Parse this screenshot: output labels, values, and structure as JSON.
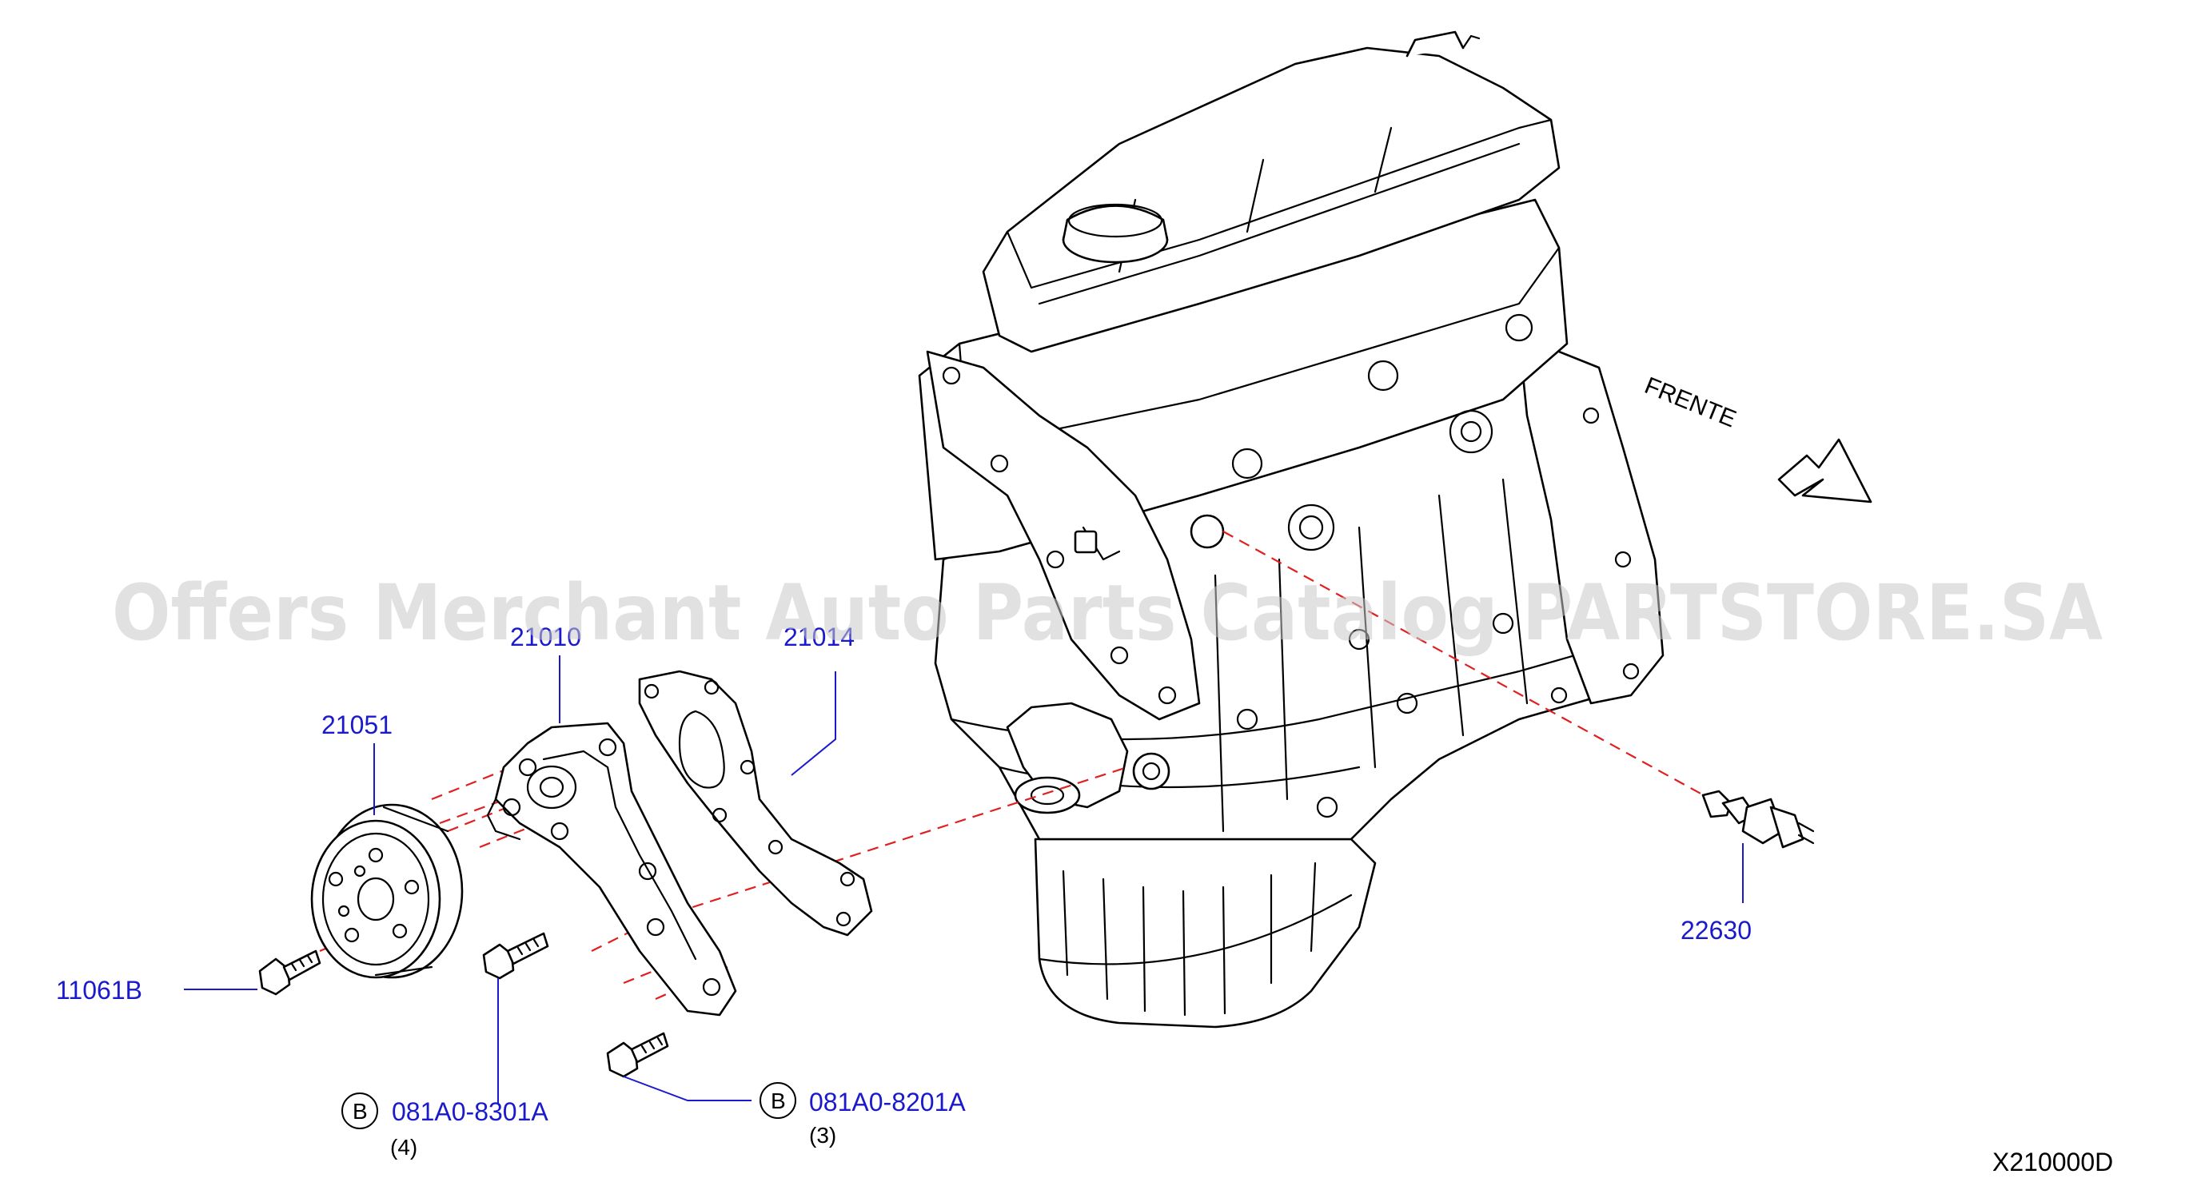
{
  "watermark": "Offers Merchant Auto Parts Catalog PARTSTORE.SA",
  "diagram_code": "X210000D",
  "direction_label": "FRENTE",
  "callouts": {
    "pump_assembly": "21010",
    "gasket": "21014",
    "pulley": "21051",
    "bolt_11061b": "11061B",
    "bolt_b1": "081A0-8301A",
    "bolt_b1_qty": "(4)",
    "bolt_b2": "081A0-8201A",
    "bolt_b2_qty": "(3)",
    "sensor": "22630"
  },
  "circle_label": "B",
  "colors": {
    "callout": "#1a1acc",
    "dash": "#e02020",
    "line": "#000000"
  }
}
